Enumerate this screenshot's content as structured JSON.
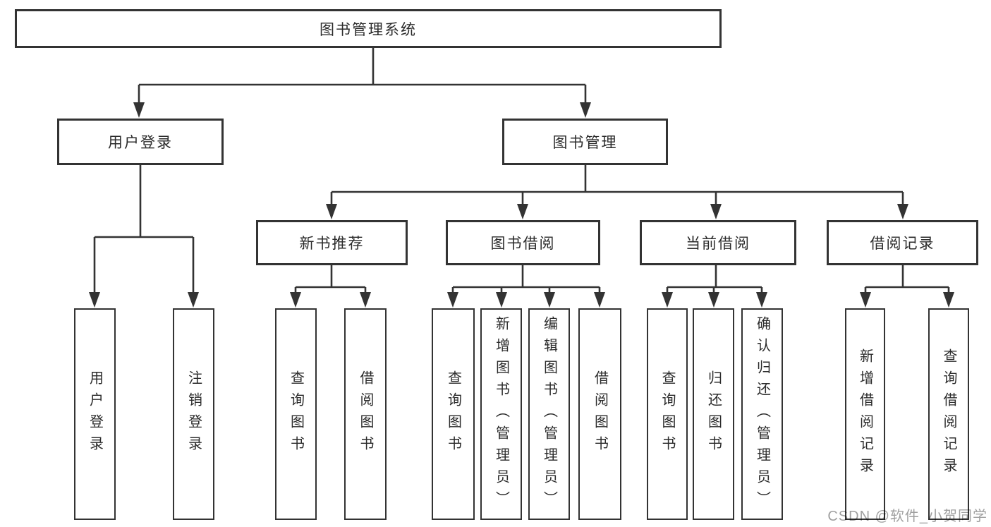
{
  "root_label": "图书管理系统",
  "level2": [
    {
      "label": "用户登录"
    },
    {
      "label": "图书管理"
    }
  ],
  "level3": [
    {
      "label": "新书推荐"
    },
    {
      "label": "图书借阅"
    },
    {
      "label": "当前借阅"
    },
    {
      "label": "借阅记录"
    }
  ],
  "leaves": {
    "user_login": [
      "用户登录",
      "注销登录"
    ],
    "new_book": [
      "查询图书",
      "借阅图书"
    ],
    "book_borrow": [
      "查询图书",
      "新增图书（管理员）",
      "编辑图书（管理员）",
      "借阅图书"
    ],
    "current_borrow": [
      "查询图书",
      "归还图书",
      "确认归还（管理员）"
    ],
    "borrow_record": [
      "新增借阅记录",
      "查询借阅记录"
    ]
  },
  "watermark": "CSDN @软件_小贺同学",
  "colors": {
    "line": "#333333",
    "box_border": "#333333",
    "box_fill": "#ffffff",
    "text": "#2b2b2b",
    "background": "#ffffff",
    "watermark": "#a0a0a0"
  }
}
